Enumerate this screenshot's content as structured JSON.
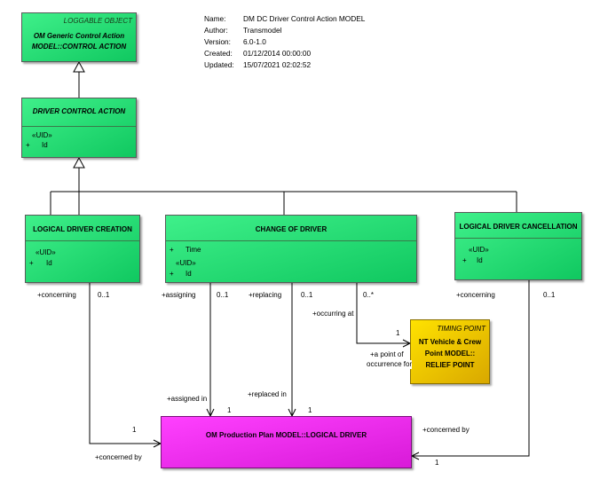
{
  "meta": {
    "name_label": "Name:",
    "name_value": "DM DC Driver Control Action MODEL",
    "author_label": "Author:",
    "author_value": "Transmodel",
    "version_label": "Version:",
    "version_value": "6.0-1.0",
    "created_label": "Created:",
    "created_value": "01/12/2014 00:00:00",
    "updated_label": "Updated:",
    "updated_value": "15/07/2021 02:02:52"
  },
  "loggable": {
    "stereotype": "LOGGABLE OBJECT",
    "line1": "OM Generic Control Action",
    "line2": "MODEL::CONTROL ACTION"
  },
  "dca": {
    "title": "DRIVER CONTROL ACTION",
    "uid": "«UID»",
    "plus": "+",
    "attr": "Id"
  },
  "ldcreation": {
    "title": "LOGICAL DRIVER CREATION",
    "uid": "«UID»",
    "plus": "+",
    "attr": "Id"
  },
  "change": {
    "title": "CHANGE OF DRIVER",
    "plus1": "+",
    "attr1": "Time",
    "uid": "«UID»",
    "plus2": "+",
    "attr2": "Id"
  },
  "ldcancel": {
    "title": "LOGICAL DRIVER CANCELLATION",
    "uid": "«UID»",
    "plus": "+",
    "attr": "Id"
  },
  "timing": {
    "stereotype": "TIMING POINT",
    "line1": "NT Vehicle & Crew",
    "line2": "Point MODEL::",
    "line3": "RELIEF POINT"
  },
  "logical_driver": {
    "title": "OM Production Plan MODEL::LOGICAL DRIVER"
  },
  "labels": {
    "concerning1": "+concerning",
    "mult_creation": "0..1",
    "assigning": "+assigning",
    "mult_assigning": "0..1",
    "replacing": "+replacing",
    "mult_replacing": "0..1",
    "mult_occurring": "0..*",
    "occurring_at": "+occurring at",
    "concerning2": "+concerning",
    "mult_cancel": "0..1",
    "mult_timing": "1",
    "point_of": "+a point of",
    "occurrence_for": "occurrence for",
    "assigned_in": "+assigned in",
    "mult_assigned": "1",
    "replaced_in": "+replaced in",
    "mult_replaced": "1",
    "mult_concerned_by_left": "1",
    "concerned_by_left": "+concerned by",
    "concerned_by_right": "+concerned by",
    "mult_concerned_by_right": "1"
  }
}
